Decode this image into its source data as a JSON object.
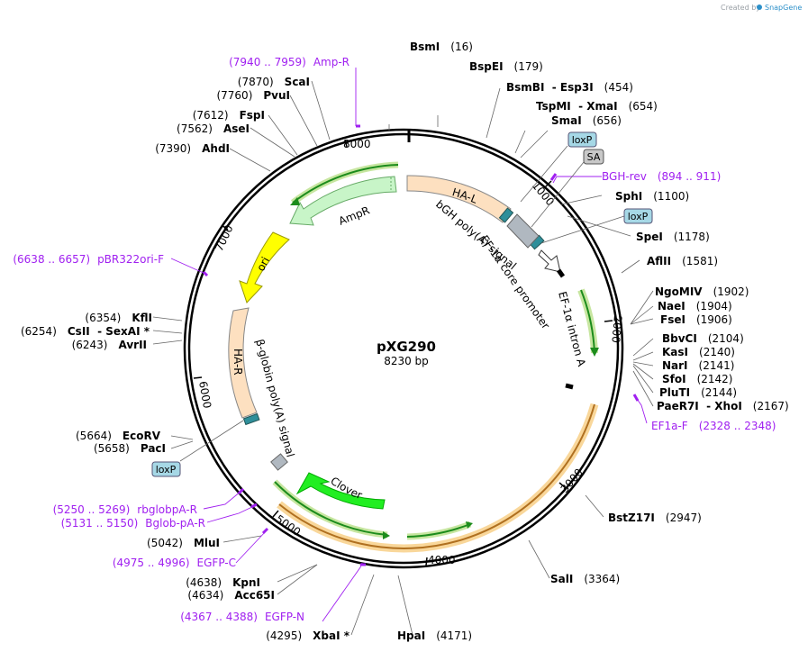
{
  "credit": {
    "prefix": "Created by",
    "brand": "SnapGene"
  },
  "plasmid": {
    "name": "pXG290",
    "length_label": "8230 bp",
    "length": 8230
  },
  "tick_marks": [
    1000,
    2000,
    3000,
    4000,
    5000,
    6000,
    7000,
    8000
  ],
  "tick_labels": [
    "1000",
    "2000",
    "3000",
    "4000",
    "5000",
    "6000",
    "7000",
    "8000"
  ],
  "sites": [
    {
      "name": "BsmI",
      "pos": "(16)"
    },
    {
      "name": "BspEI",
      "pos": "(179)"
    },
    {
      "name": "BsmBI  - Esp3I",
      "pos": "(454)"
    },
    {
      "name": "TspMI  - XmaI",
      "pos": "(654)"
    },
    {
      "name": "SmaI",
      "pos": "(656)"
    },
    {
      "name": "SphI",
      "pos": "(1100)"
    },
    {
      "name": "SpeI",
      "pos": "(1178)"
    },
    {
      "name": "AflII",
      "pos": "(1581)"
    },
    {
      "name": "NgoMIV",
      "pos": "(1902)"
    },
    {
      "name": "NaeI",
      "pos": "(1904)"
    },
    {
      "name": "FseI",
      "pos": "(1906)"
    },
    {
      "name": "BbvCI",
      "pos": "(2104)"
    },
    {
      "name": "KasI",
      "pos": "(2140)"
    },
    {
      "name": "NarI",
      "pos": "(2141)"
    },
    {
      "name": "SfoI",
      "pos": "(2142)"
    },
    {
      "name": "PluTI",
      "pos": "(2144)"
    },
    {
      "name": "PaeR7I  - XhoI",
      "pos": "(2167)"
    },
    {
      "name": "BstZ17I",
      "pos": "(2947)"
    },
    {
      "name": "SalI",
      "pos": "(3364)"
    },
    {
      "name": "HpaI",
      "pos": "(4171)"
    },
    {
      "name": "XbaI *",
      "pos": "(4295)"
    },
    {
      "name": "Acc65I",
      "pos": "(4634)"
    },
    {
      "name": "KpnI",
      "pos": "(4638)"
    },
    {
      "name": "MluI",
      "pos": "(5042)"
    },
    {
      "name": "PacI",
      "pos": "(5658)"
    },
    {
      "name": "EcoRV",
      "pos": "(5664)"
    },
    {
      "name": "AvrII",
      "pos": "(6243)"
    },
    {
      "name": "CsII  - SexAI *",
      "pos": "(6254)"
    },
    {
      "name": "KflI",
      "pos": "(6354)"
    },
    {
      "name": "AhdI",
      "pos": "(7390)"
    },
    {
      "name": "AseI",
      "pos": "(7562)"
    },
    {
      "name": "FspI",
      "pos": "(7612)"
    },
    {
      "name": "PvuI",
      "pos": "(7760)"
    },
    {
      "name": "ScaI",
      "pos": "(7870)"
    }
  ],
  "primers": [
    {
      "range": "(7940 .. 7959)",
      "name": "Amp-R"
    },
    {
      "range": "(894 .. 911)",
      "name": "BGH-rev"
    },
    {
      "range": "(2328 .. 2348)",
      "name": "EF1a-F"
    },
    {
      "range": "(4367 .. 4388)",
      "name": "EGFP-N"
    },
    {
      "range": "(4975 .. 4996)",
      "name": "EGFP-C"
    },
    {
      "range": "(5131 .. 5150)",
      "name": "Bglob-pA-R"
    },
    {
      "range": "(5250 .. 5269)",
      "name": "rbglobpA-R"
    },
    {
      "range": "(6638 .. 6657)",
      "name": "pBR322ori-F"
    }
  ],
  "boxed_labels": [
    "loxP",
    "SA",
    "loxP",
    "loxP"
  ],
  "features": [
    {
      "name": "HA-L",
      "color": "#fde0c0"
    },
    {
      "name": "bGH poly(A) signal",
      "color": "#b0b8c0"
    },
    {
      "name": "EF-1α core promoter",
      "color": "#ffffff"
    },
    {
      "name": "EF-1α intron A",
      "color": "#00a000"
    },
    {
      "name": "Clover",
      "color": "#22ee22"
    },
    {
      "name": "β-globin poly(A) signal",
      "color": "#b0b8c0"
    },
    {
      "name": "HA-R",
      "color": "#fde0c0"
    },
    {
      "name": "ori",
      "color": "#ffff00"
    },
    {
      "name": "AmpR",
      "color": "#c8f5c8"
    }
  ],
  "colors": {
    "primer": "#a020f0",
    "loxp_fill": "#a6d8e6",
    "sa_fill": "#c8c8c8",
    "orange_band": "#f4b860"
  }
}
